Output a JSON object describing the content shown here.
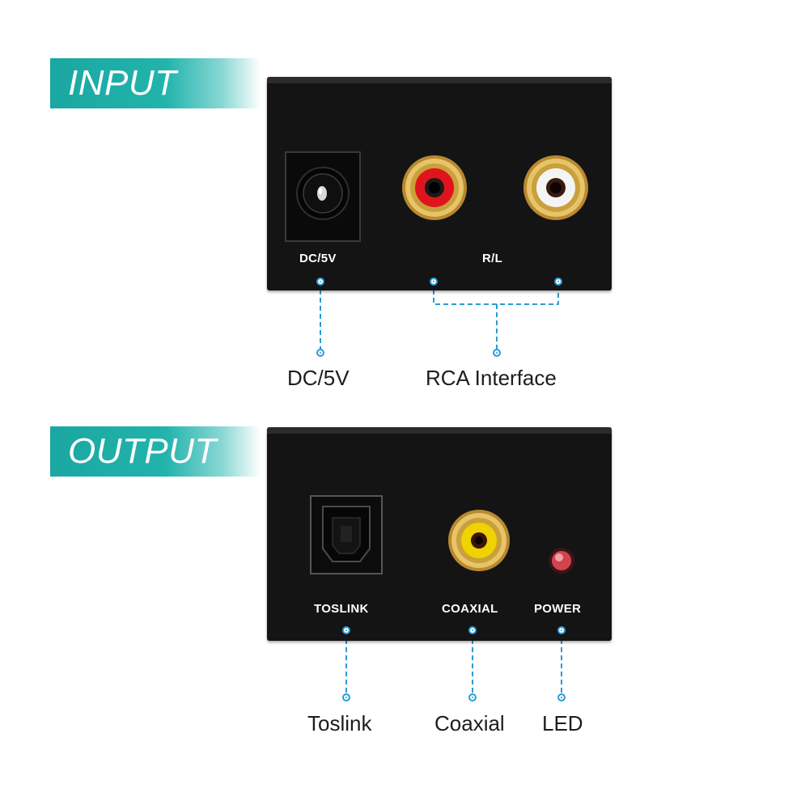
{
  "input": {
    "section_title": "INPUT",
    "panel": {
      "dc_label": "DC/5V",
      "rca_label": "R/L"
    },
    "callouts": {
      "dc": "DC/5V",
      "rca": "RCA Interface"
    }
  },
  "output": {
    "section_title": "OUTPUT",
    "panel": {
      "toslink_label": "TOSLINK",
      "coaxial_label": "COAXIAL",
      "power_label": "POWER"
    },
    "callouts": {
      "toslink": "Toslink",
      "coaxial": "Coaxial",
      "led": "LED"
    }
  },
  "colors": {
    "accent_teal": "#1aa7a1",
    "callout_blue": "#2b9bd6",
    "panel_black": "#141414",
    "rca_right_red": "#e0141c",
    "rca_left_white": "#f4f4f4",
    "coaxial_yellow": "#f0d200",
    "gold_ring": "#c9a03c",
    "led_red": "#d4434d"
  },
  "icons": [
    "dc-barrel-jack-icon",
    "rca-red-jack-icon",
    "rca-white-jack-icon",
    "toslink-port-icon",
    "coaxial-jack-icon",
    "power-led-icon"
  ]
}
